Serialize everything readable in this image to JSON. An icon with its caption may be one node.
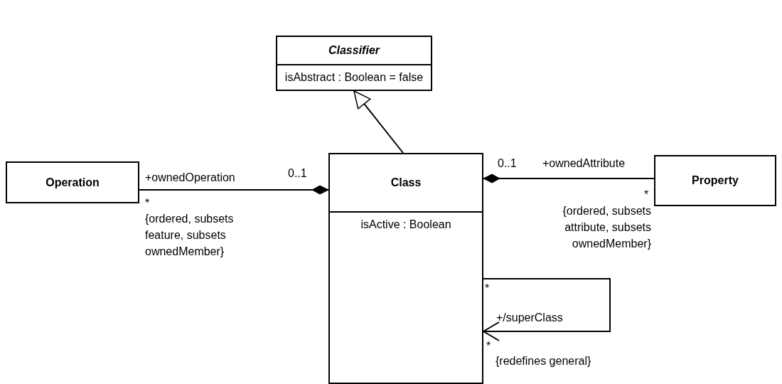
{
  "diagram": {
    "nodes": [
      {
        "text": [
          "Classifier",
          "isAbstract : Boolean = false"
        ]
      },
      {
        "text": [
          "Operation"
        ]
      },
      {
        "text": [
          "Class",
          "isActive : Boolean"
        ]
      },
      {
        "text": [
          "Property"
        ]
      }
    ],
    "edges": [
      {
        "from": 2,
        "to": 0,
        "arrow": "to"
      },
      {
        "from": 1,
        "to": 2,
        "arrow": "other"
      },
      {
        "from": 3,
        "to": 2,
        "arrow": "other"
      },
      {
        "from": 2,
        "to": 2,
        "arrow": "to"
      }
    ],
    "labels": [
      "+ownedOperation",
      "0..1",
      "0..1",
      "+ownedAttribute",
      "*",
      "*",
      "{ordered, subsets feature, subsets ownedMember}",
      "{ordered, subsets attribute, subsets ownedMember}",
      "*",
      "+/superClass",
      "*",
      "{redefines general}"
    ]
  }
}
